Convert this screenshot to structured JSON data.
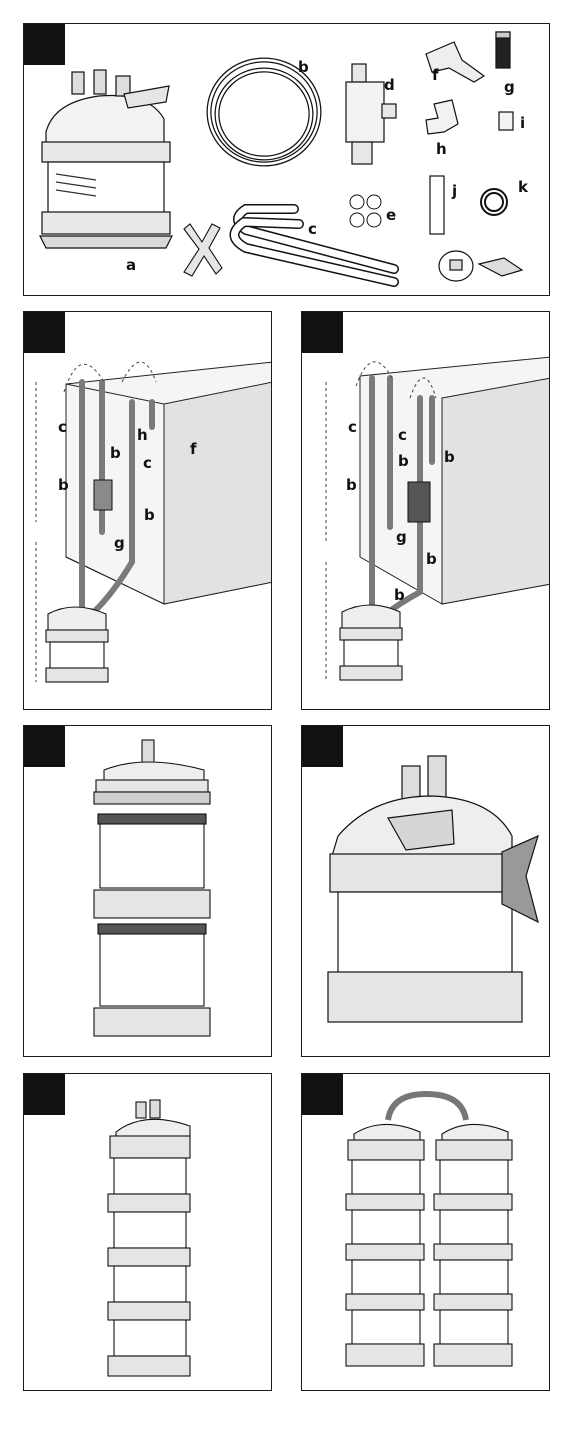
{
  "panels": {
    "parts": {
      "labels": {
        "a": "a",
        "b": "b",
        "c": "c",
        "d": "d",
        "e": "e",
        "f": "f",
        "g": "g",
        "h": "h",
        "i": "i",
        "j": "j",
        "k": "k"
      }
    },
    "install_left": {
      "labels": {
        "c1": "c",
        "b1": "b",
        "b2": "b",
        "h": "h",
        "f": "f",
        "c2": "c",
        "b3": "b",
        "g": "g"
      }
    },
    "install_right": {
      "labels": {
        "c1": "c",
        "b1": "b",
        "c2": "c",
        "b2": "b",
        "b3": "b",
        "g": "g",
        "b4": "b",
        "b5": "b"
      }
    }
  },
  "colors": {
    "ink": "#111111",
    "tube": "#8c8c8c",
    "tank": "#e6e6e6",
    "tab": "#111111"
  }
}
